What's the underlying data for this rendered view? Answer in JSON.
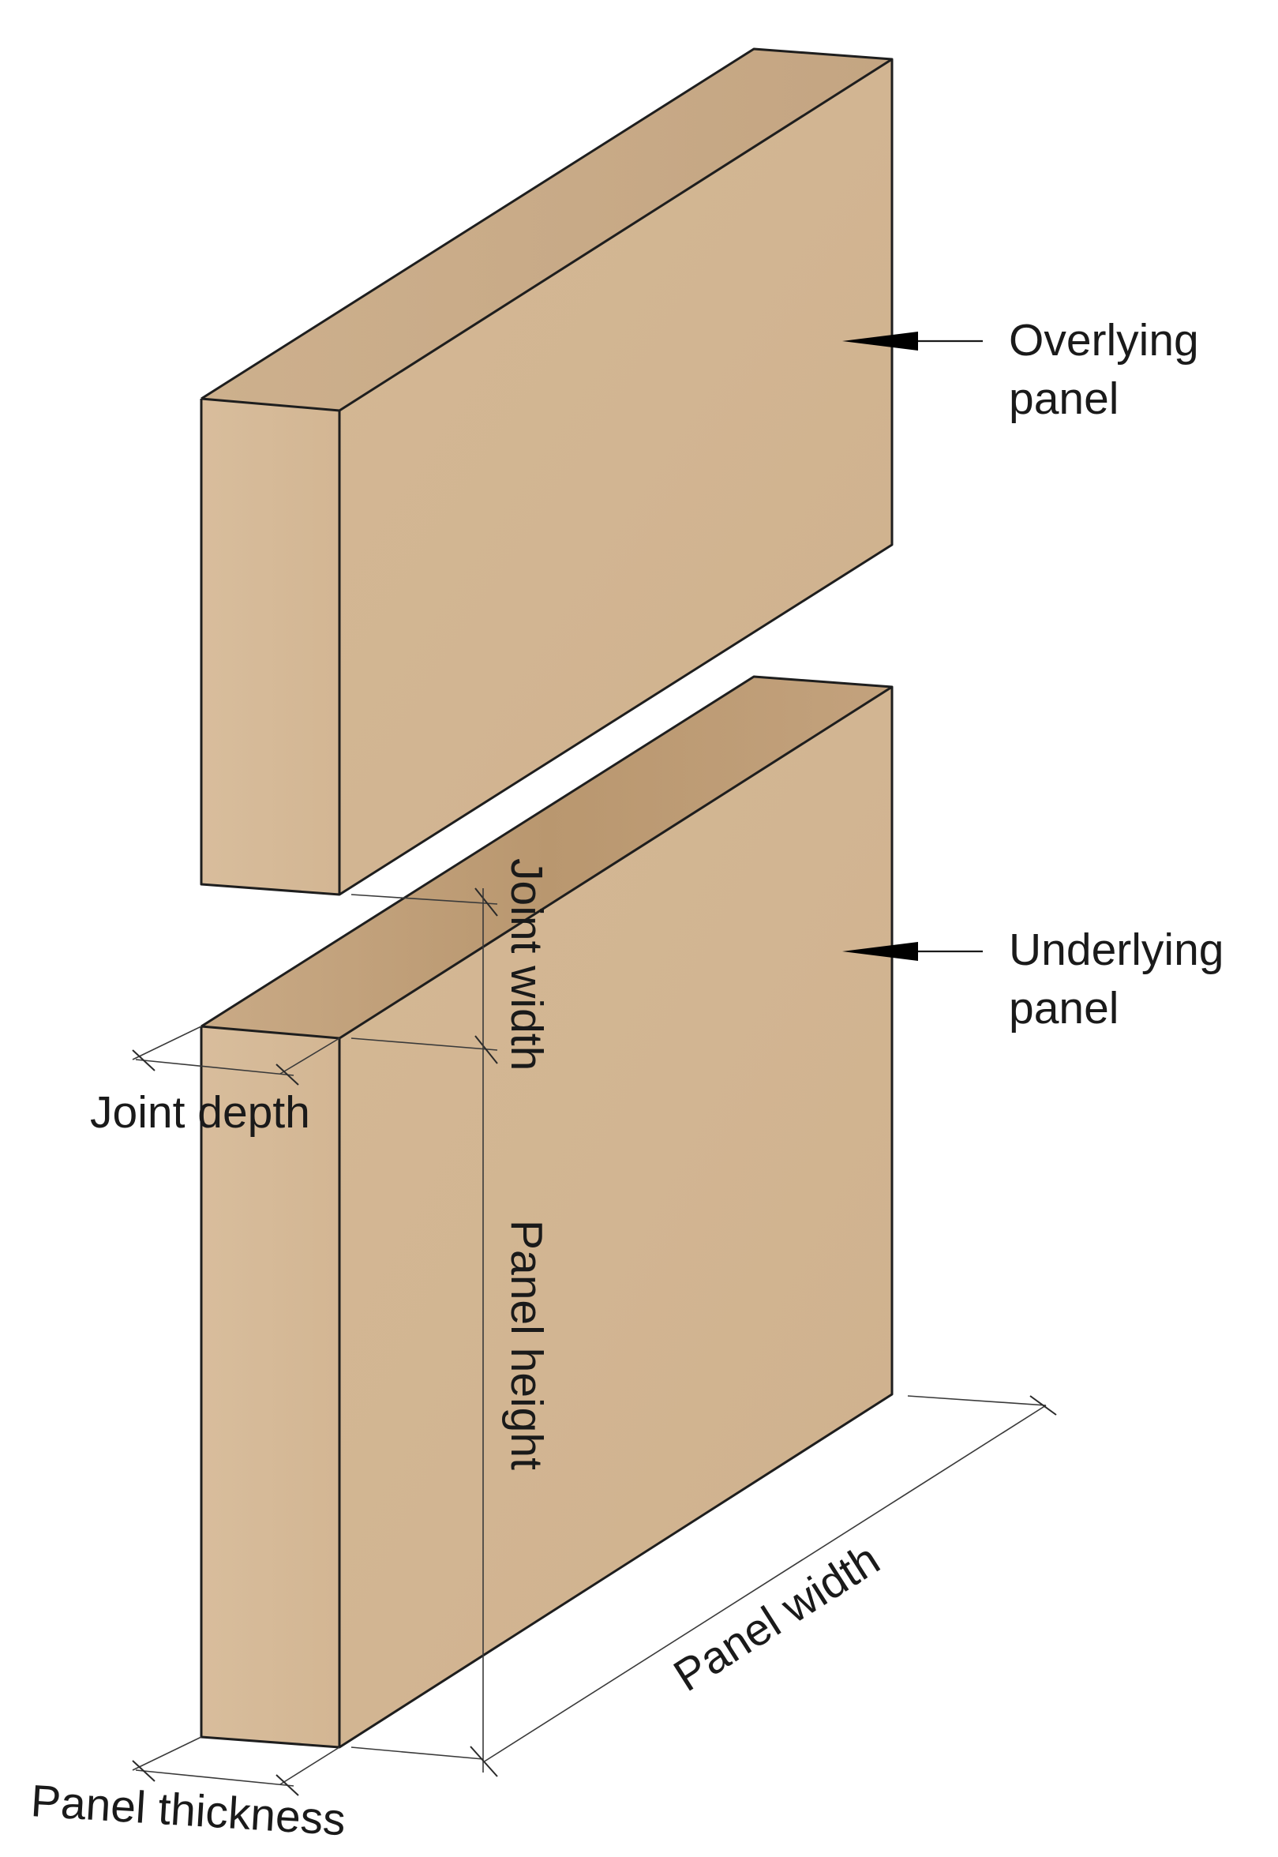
{
  "labels": {
    "overlying": [
      "Overlying",
      "panel"
    ],
    "underlying": [
      "Underlying",
      "panel"
    ],
    "joint_width": "Joint width",
    "joint_depth": "Joint depth",
    "panel_height": "Panel height",
    "panel_width": "Panel width",
    "panel_thickness": "Panel thickness"
  },
  "colors": {
    "front_face": "#d3b693",
    "side_face": "#d6ba98",
    "top_face": "#c4a380",
    "edge": "#1e1e1e",
    "arrow": "#000000"
  }
}
